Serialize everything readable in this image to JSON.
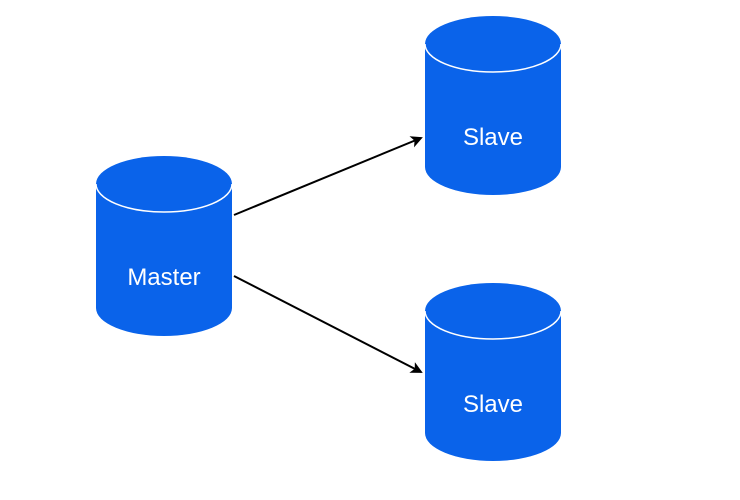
{
  "colors": {
    "node_fill": "#0a63ea",
    "node_rim": "#ffffff",
    "arrow": "#000000",
    "background": "#ffffff"
  },
  "nodes": {
    "master": {
      "label": "Master",
      "shape": "database-cylinder"
    },
    "slave_top": {
      "label": "Slave",
      "shape": "database-cylinder"
    },
    "slave_bottom": {
      "label": "Slave",
      "shape": "database-cylinder"
    }
  },
  "edges": [
    {
      "from": "master",
      "to": "slave_top",
      "style": "arrow"
    },
    {
      "from": "master",
      "to": "slave_bottom",
      "style": "arrow"
    }
  ]
}
